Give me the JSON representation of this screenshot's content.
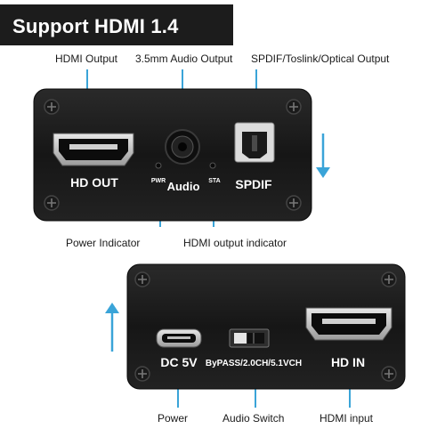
{
  "title": "Support HDMI 1.4",
  "top_panel": {
    "hd_out_label": "HD OUT",
    "audio_label": "Audio",
    "pwr_label": "PWR",
    "sta_label": "STA",
    "spdif_label": "SPDIF"
  },
  "bottom_panel": {
    "dc_label": "DC 5V",
    "switch_label": "ByPASS/2.0CH/5.1VCH",
    "hd_in_label": "HD IN"
  },
  "callouts": {
    "hdmi_output": "HDMI Output",
    "audio_output": "3.5mm Audio Output",
    "spdif_output": "SPDIF/Toslink/Optical Output",
    "power_indicator": "Power Indicator",
    "hdmi_output_indicator": "HDMI output indicator",
    "power": "Power",
    "audio_switch": "Audio Switch",
    "hdmi_input": "HDMI input"
  },
  "colors": {
    "accent_blue": "#3aa4d8",
    "panel_black": "#1b1b1b",
    "banner_black": "#1c1c1c"
  },
  "icons": {
    "arrow_down": "arrow-down-icon",
    "arrow_up": "arrow-up-icon"
  }
}
